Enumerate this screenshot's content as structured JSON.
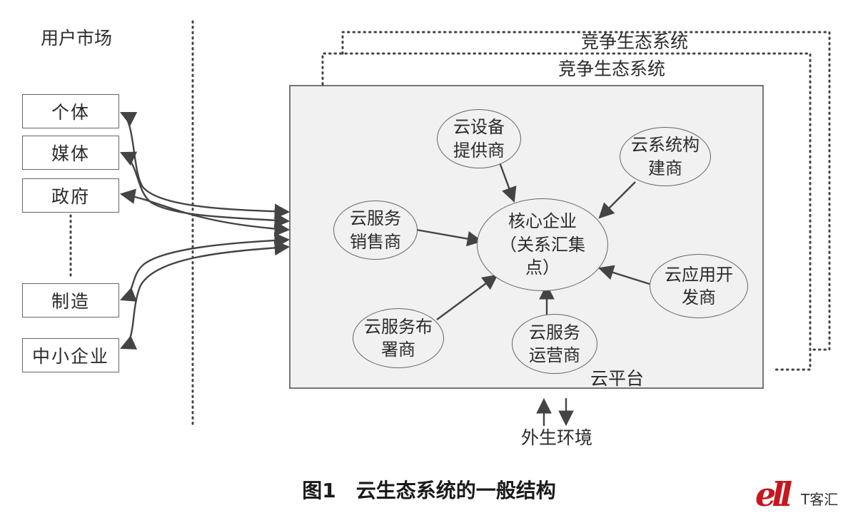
{
  "market": {
    "title": "用户市场",
    "segments": [
      "个体",
      "媒体",
      "政府",
      "制造",
      "中小企业"
    ]
  },
  "ecosystem": {
    "competitor_label_1": "竞争生态系统",
    "competitor_label_2": "竞争生态系统",
    "platform_label": "云平台",
    "core": "核心企业\n（关系汇集\n点）",
    "partners": {
      "device_provider": "云设备\n提供商",
      "system_builder": "云系统构\n建商",
      "service_seller": "云服务\n销售商",
      "app_developer": "云应用开\n发商",
      "service_deployer": "云服务布\n署商",
      "service_operator": "云服务\n运营商"
    }
  },
  "environment": {
    "label": "外生环境"
  },
  "caption": "图1　云生态系统的一般结构",
  "watermark": {
    "script": "ell",
    "text": "T客汇"
  },
  "colors": {
    "line": "#444444",
    "platform_fill": "#f1f1f1",
    "border": "#666666",
    "watermark_red": "#c7161e"
  }
}
